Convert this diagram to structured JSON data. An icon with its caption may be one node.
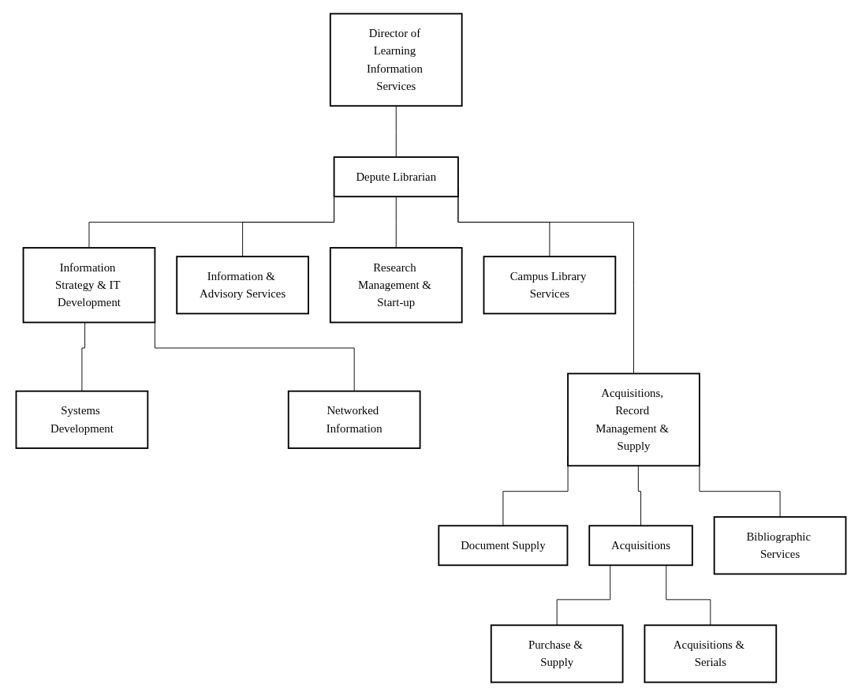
{
  "diagram": {
    "nodes": [
      {
        "text": [
          "Director of Learning Information Services"
        ]
      },
      {
        "text": [
          "Depute Librarian"
        ]
      },
      {
        "text": [
          "Information Strategy & IT Development"
        ]
      },
      {
        "text": [
          "Information & Advisory Services"
        ]
      },
      {
        "text": [
          "Research Management & Start-up"
        ]
      },
      {
        "text": [
          "Campus Library Services"
        ]
      },
      {
        "text": [
          "Acquisitions, Record Management & Supply"
        ]
      },
      {
        "text": [
          "Systems Development"
        ]
      },
      {
        "text": [
          "Networked Information"
        ]
      },
      {
        "text": [
          "Document Supply"
        ]
      },
      {
        "text": [
          "Acquisitions"
        ]
      },
      {
        "text": [
          "Bibliographic Services"
        ]
      },
      {
        "text": [
          "Purchase & Supply"
        ]
      },
      {
        "text": [
          "Acquisitions & Serials"
        ]
      }
    ],
    "edges": [
      {
        "from": 0,
        "to": 1,
        "arrow": "none"
      },
      {
        "from": 1,
        "to": 2,
        "arrow": "none"
      },
      {
        "from": 1,
        "to": 3,
        "arrow": "none"
      },
      {
        "from": 1,
        "to": 4,
        "arrow": "none"
      },
      {
        "from": 1,
        "to": 6,
        "arrow": "none"
      },
      {
        "from": 1,
        "to": 5,
        "arrow": "none"
      },
      {
        "from": 2,
        "to": 7,
        "arrow": "none"
      },
      {
        "from": 2,
        "to": 8,
        "arrow": "none"
      },
      {
        "from": 6,
        "to": 9,
        "arrow": "none"
      },
      {
        "from": 6,
        "to": 10,
        "arrow": "none"
      },
      {
        "from": 6,
        "to": 11,
        "arrow": "none"
      },
      {
        "from": 10,
        "to": 12,
        "arrow": "none"
      },
      {
        "from": 10,
        "to": 13,
        "arrow": "none"
      }
    ]
  }
}
